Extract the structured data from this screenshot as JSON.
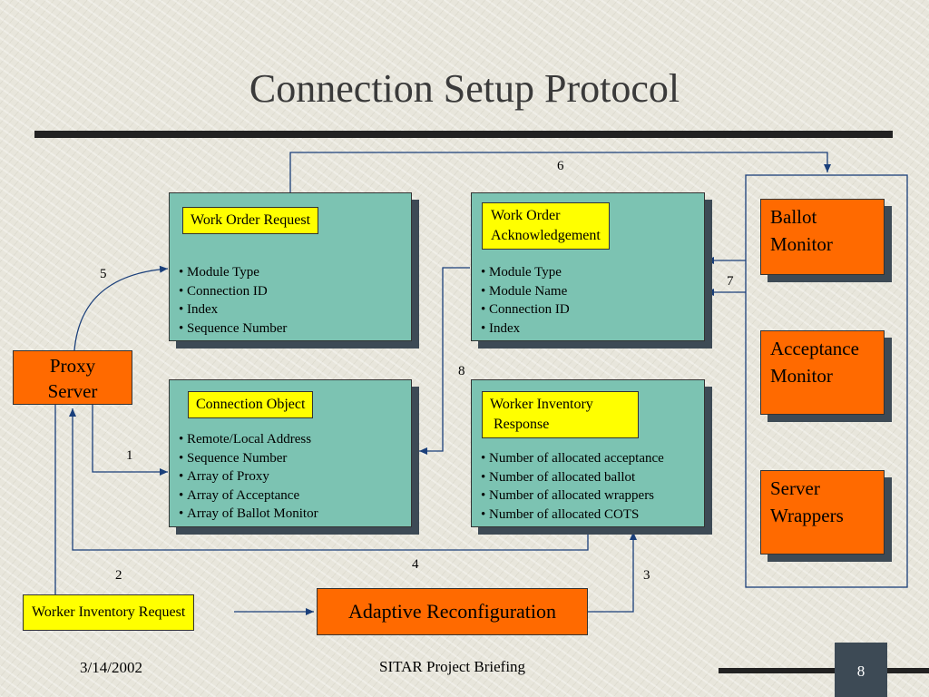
{
  "title": "Connection Setup Protocol",
  "boxes": {
    "work_order_request": {
      "label": "Work Order Request",
      "items": [
        "Module Type",
        "Connection ID",
        "Index",
        "Sequence Number"
      ]
    },
    "work_order_ack": {
      "label_line1": "Work Order",
      "label_line2": "Acknowledgement",
      "items": [
        "Module Type",
        "Module Name",
        "Connection ID",
        "Index"
      ]
    },
    "connection_object": {
      "label": "Connection Object",
      "items": [
        "Remote/Local Address",
        "Sequence Number",
        "Array of Proxy",
        "Array of Acceptance",
        "Array of Ballot Monitor"
      ]
    },
    "worker_inventory_response": {
      "label_line1": "Worker Inventory",
      "label_line2": "Response",
      "items": [
        "Number of allocated acceptance",
        "Number of allocated ballot",
        "Number of allocated wrappers",
        "Number of allocated COTS"
      ]
    }
  },
  "monitors": {
    "ballot": [
      "Ballot",
      "Monitor"
    ],
    "acceptance": [
      "Acceptance",
      "Monitor"
    ],
    "server": [
      "Server",
      "Wrappers"
    ]
  },
  "proxy_server": [
    "Proxy",
    "Server"
  ],
  "worker_inventory_request": "Worker Inventory Request",
  "adaptive_reconfiguration": "Adaptive Reconfiguration",
  "step_numbers": [
    "1",
    "2",
    "3",
    "4",
    "5",
    "6",
    "7",
    "8"
  ],
  "footer": {
    "date": "3/14/2002",
    "center": "SITAR Project Briefing",
    "page": "8"
  },
  "colors": {
    "box_fill": "#7cc3b2",
    "label_fill": "#ffff00",
    "orange": "#ff6a00",
    "shadow": "#3d4a55",
    "line": "#1a3f7a"
  }
}
